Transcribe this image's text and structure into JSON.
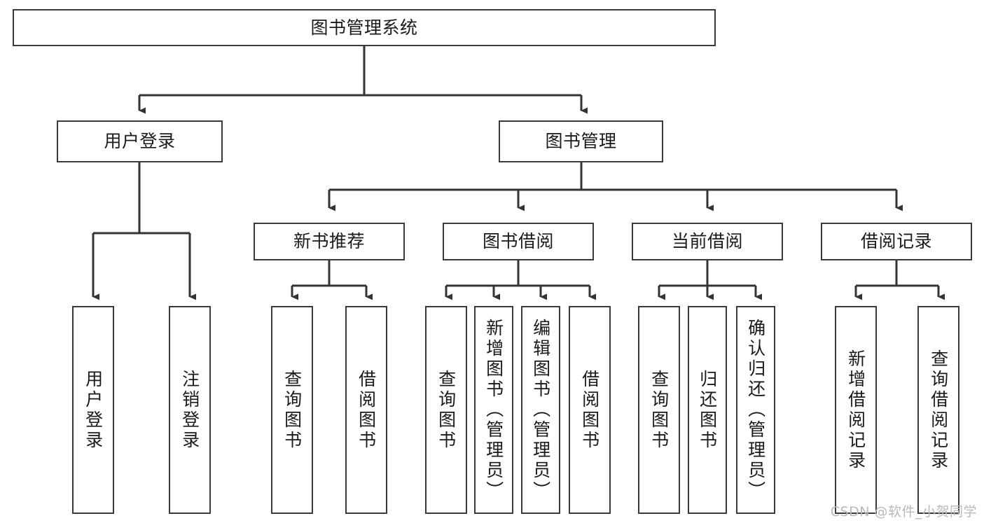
{
  "diagram": {
    "title": "图书管理系统",
    "type": "tree",
    "watermark": "CSDN @软件_小贺同学",
    "colors": {
      "background": "#ffffff",
      "box_border": "#3a3a3a",
      "box_fill": "#ffffff",
      "edge": "#333333",
      "text": "#1a1a1a",
      "watermark": "#b9b9b9"
    },
    "root": {
      "label": "图书管理系统"
    },
    "level2": [
      {
        "id": "user-login",
        "label": "用户登录"
      },
      {
        "id": "book-manage",
        "label": "图书管理"
      }
    ],
    "level3": [
      {
        "id": "new-book-rec",
        "label": "新书推荐"
      },
      {
        "id": "book-borrow",
        "label": "图书借阅"
      },
      {
        "id": "current-borrow",
        "label": "当前借阅"
      },
      {
        "id": "borrow-record",
        "label": "借阅记录"
      }
    ],
    "leaves": {
      "user-login": [
        {
          "id": "leaf-user-login",
          "label": "用户登录"
        },
        {
          "id": "leaf-user-logout",
          "label": "注销登录"
        }
      ],
      "new-book-rec": [
        {
          "id": "leaf-query-book-1",
          "label": "查询图书"
        },
        {
          "id": "leaf-borrow-book-1",
          "label": "借阅图书"
        }
      ],
      "book-borrow": [
        {
          "id": "leaf-query-book-2",
          "label": "查询图书"
        },
        {
          "id": "leaf-add-book",
          "label": "新增图书（管理员）"
        },
        {
          "id": "leaf-edit-book",
          "label": "编辑图书（管理员）"
        },
        {
          "id": "leaf-borrow-book-2",
          "label": "借阅图书"
        }
      ],
      "current-borrow": [
        {
          "id": "leaf-query-book-3",
          "label": "查询图书"
        },
        {
          "id": "leaf-return-book",
          "label": "归还图书"
        },
        {
          "id": "leaf-confirm-return",
          "label": "确认归还（管理员）"
        }
      ],
      "borrow-record": [
        {
          "id": "leaf-add-record",
          "label": "新增借阅记录"
        },
        {
          "id": "leaf-query-record",
          "label": "查询借阅记录"
        }
      ]
    }
  }
}
